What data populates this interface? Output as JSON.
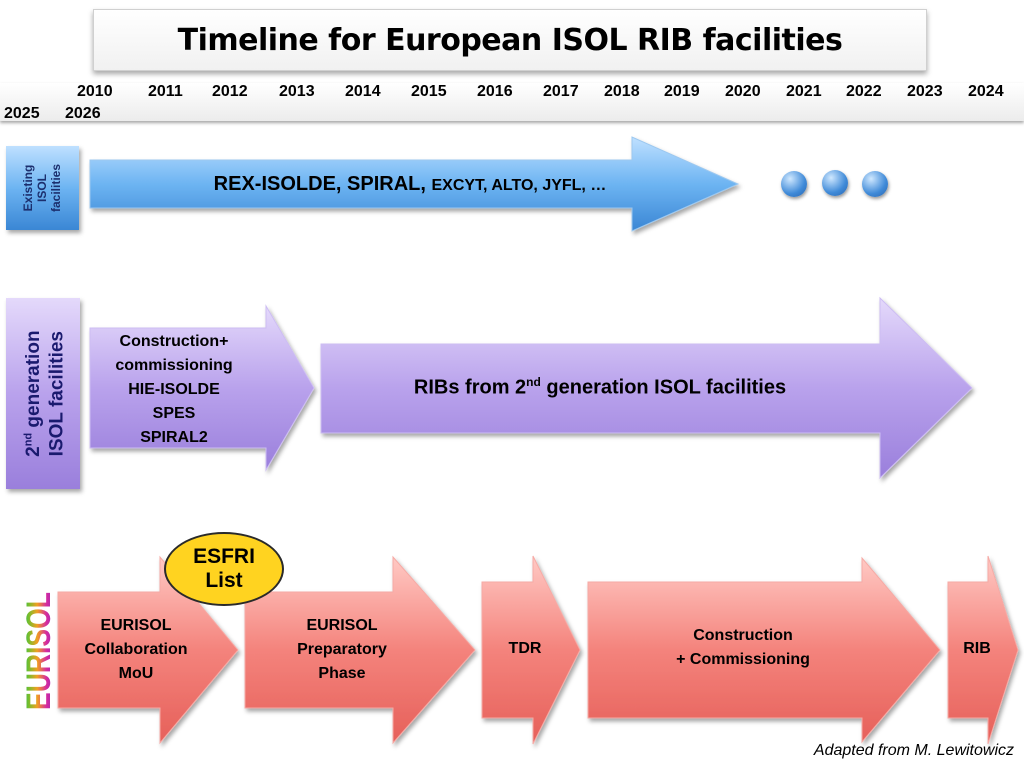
{
  "title": "Timeline for European ISOL RIB facilities",
  "years": [
    "2010",
    "2011",
    "2012",
    "2013",
    "2014",
    "2015",
    "2016",
    "2017",
    "2018",
    "2019",
    "2020",
    "2021",
    "2022",
    "2023",
    "2024",
    "2025",
    "2026"
  ],
  "rows": {
    "existing": {
      "label_lines": [
        "Existing",
        "ISOL",
        "facilities"
      ],
      "arrow_main": "REX-ISOLDE, SPIRAL,",
      "arrow_small": "EXCYT, ALTO, JYFL, …"
    },
    "second_gen": {
      "label_sup": "nd",
      "label_line1_pre": "2",
      "label_line1_post": " generation",
      "label_line2": "ISOL facilities",
      "construction_lines": [
        "Construction+",
        "commissioning",
        "HIE-ISOLDE",
        "SPES",
        "SPIRAL2"
      ],
      "ribs_pre": "RIBs from 2",
      "ribs_sup": "nd",
      "ribs_post": " generation ISOL facilities"
    },
    "eurisol": {
      "logo_text": "EURISOL",
      "steps": [
        {
          "lines": [
            "EURISOL",
            "Collaboration",
            "MoU"
          ]
        },
        {
          "lines": [
            "EURISOL",
            "Preparatory",
            "Phase"
          ]
        },
        {
          "lines": [
            "TDR"
          ]
        },
        {
          "lines": [
            "Construction",
            "+ Commissioning"
          ]
        },
        {
          "lines": [
            "RIB"
          ]
        }
      ],
      "esfri_lines": [
        "ESFRI",
        "List"
      ]
    }
  },
  "credit": "Adapted from M. Lewitowicz",
  "colors": {
    "blue": "#5aa8ec",
    "purple": "#b49ce8",
    "red": "#f07a74",
    "yellow": "#ffd320"
  }
}
